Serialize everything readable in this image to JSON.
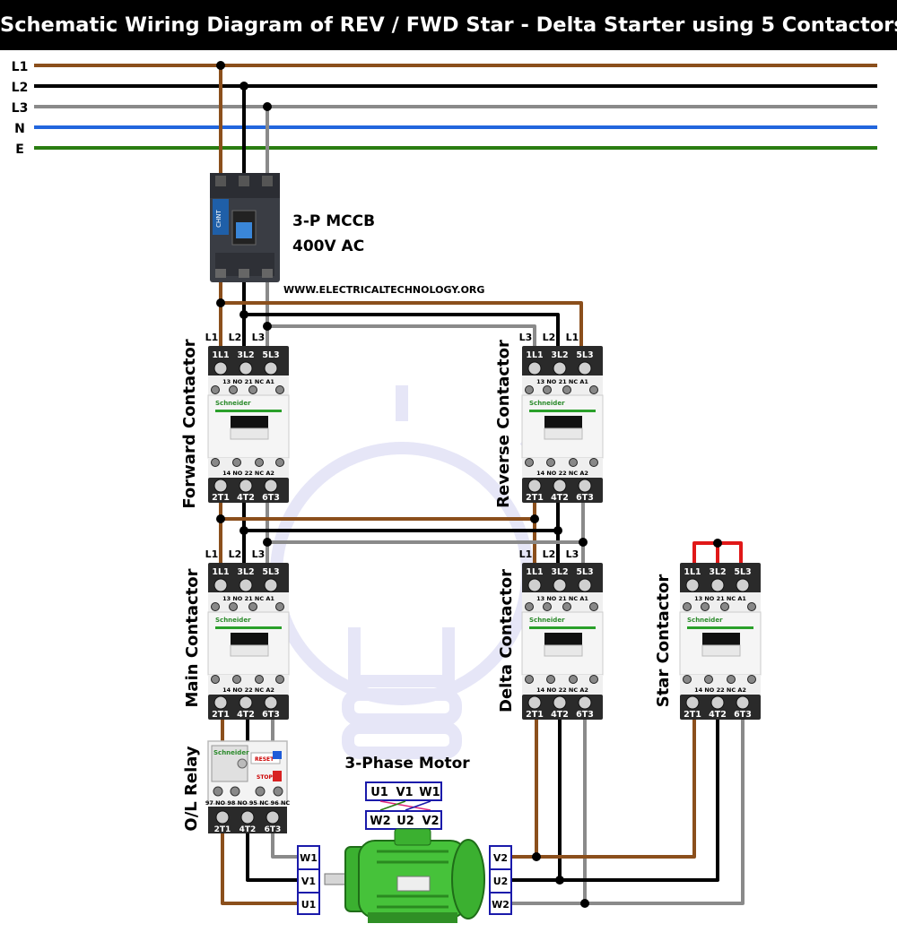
{
  "title": "Schematic Wiring Diagram of REV / FWD Star - Delta Starter using 5 Contactors",
  "website": "WWW.ELECTRICALTECHNOLOGY.ORG",
  "colors": {
    "L1": "#8b4f1c",
    "L2": "#000000",
    "L3": "#8a8a8a",
    "N": "#2266dd",
    "E": "#2a7d12",
    "star_link": "#e01818",
    "terminal_box": "#1a1aaa"
  },
  "supply_lines": [
    {
      "label": "L1",
      "color": "#8b4f1c"
    },
    {
      "label": "L2",
      "color": "#000000"
    },
    {
      "label": "L3",
      "color": "#8a8a8a"
    },
    {
      "label": "N",
      "color": "#2266dd"
    },
    {
      "label": "E",
      "color": "#2a7d12"
    }
  ],
  "mccb": {
    "brand": "CHNT",
    "label_line1": "3-P MCCB",
    "label_line2": "400V AC"
  },
  "contactor_brand": "Schneider",
  "contactor_top_terminals": [
    "1L1",
    "3L2",
    "5L3"
  ],
  "contactor_bottom_terminals": [
    "2T1",
    "4T2",
    "6T3"
  ],
  "contactor_aux_top": "13 NO 21 NC A1",
  "contactor_aux_bottom": "14 NO 22 NC A2",
  "contactors": {
    "forward": {
      "name": "Forward Contactor",
      "feed_labels": [
        "L1",
        "L2",
        "L3"
      ]
    },
    "reverse": {
      "name": "Reverse Contactor",
      "feed_labels": [
        "L3",
        "L2",
        "L1"
      ]
    },
    "main": {
      "name": "Main Contactor",
      "feed_labels": [
        "L1",
        "L2",
        "L3"
      ]
    },
    "delta": {
      "name": "Delta Contactor",
      "feed_labels": [
        "L1",
        "L2",
        "L3"
      ]
    },
    "star": {
      "name": "Star Contactor"
    }
  },
  "overload_relay": {
    "name": "O/L Relay",
    "brand": "Schneider",
    "reset_label": "RESET",
    "stop_label": "STOP",
    "aux_labels": "97 NO 98 NO 95 NC 96 NC",
    "bottom_terminals": [
      "2T1",
      "4T2",
      "6T3"
    ]
  },
  "motor": {
    "label": "3-Phase Motor",
    "top_row": [
      "U1",
      "V1",
      "W1"
    ],
    "bottom_row": [
      "W2",
      "U2",
      "V2"
    ],
    "left_terminals": [
      "W1",
      "V1",
      "U1"
    ],
    "right_terminals": [
      "V2",
      "U2",
      "W2"
    ]
  }
}
